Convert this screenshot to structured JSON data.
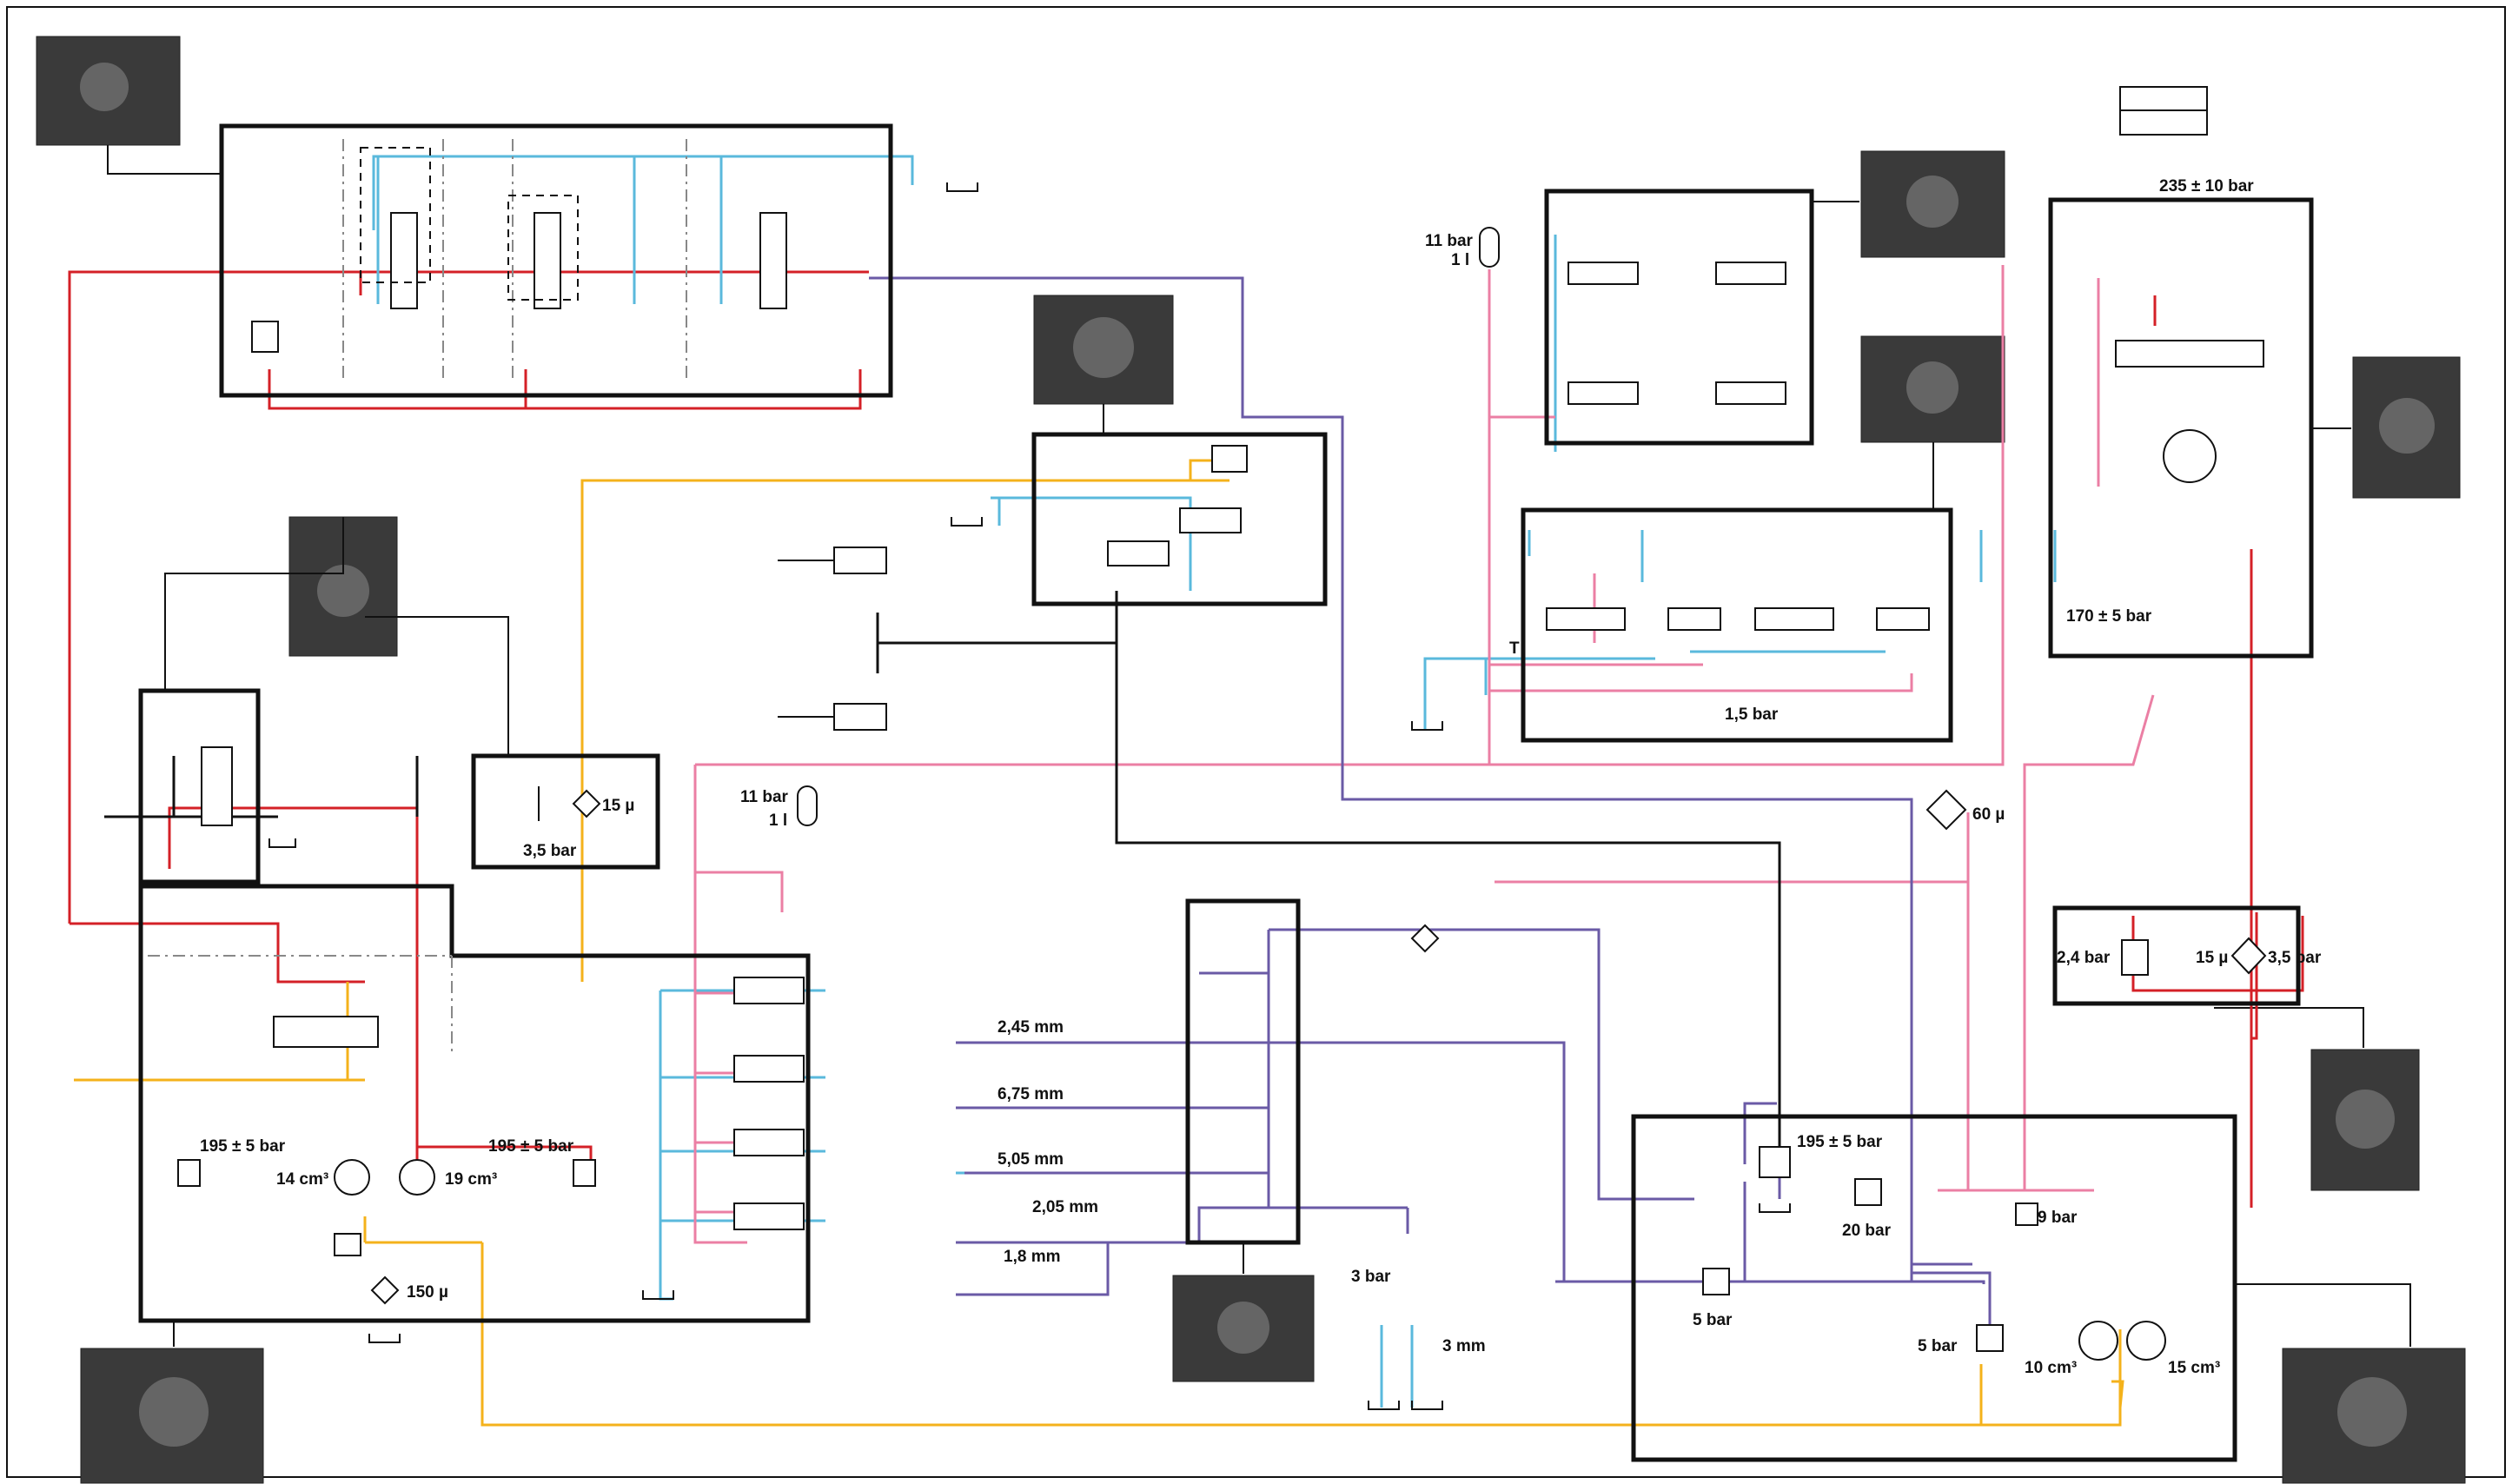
{
  "colors": {
    "pressure": "#d42027",
    "pilot": "#f4b21b",
    "return": "#5ab9dc",
    "auxiliary": "#eb7fa4",
    "lube": "#6a5aa6",
    "frame": "#111111"
  },
  "labels": {
    "accumulator_top": [
      "11 bar",
      "1 l"
    ],
    "accumulator_mid": [
      "11 bar",
      "1 l"
    ],
    "filter_15": "15 µ",
    "relief_35_left": "3,5 bar",
    "filter_60": "60 µ",
    "relief_235": "235 ± 10 bar",
    "relief_170": "170 ± 5 bar",
    "relief_1_5": "1,5 bar",
    "tank_T": "T",
    "switch_2_4": "2,4 bar",
    "filter_15_right": "15 µ",
    "relief_35_right": "3,5 bar",
    "relief_195_left": "195 ± 5 bar",
    "relief_195_mid": "195 ± 5 bar",
    "relief_195_right": "195 ± 5 bar",
    "pump_14": "14 cm³",
    "pump_19": "19 cm³",
    "filter_150": "150 µ",
    "orifice_245": "2,45 mm",
    "orifice_675": "6,75 mm",
    "orifice_505": "5,05 mm",
    "orifice_205": "2,05 mm",
    "orifice_18": "1,8 mm",
    "valve_3bar": "3 bar",
    "orifice_3mm": "3 mm",
    "valve_20bar": "20 bar",
    "switch_9bar": "9 bar",
    "valve_5bar_a": "5 bar",
    "valve_5bar_b": "5 bar",
    "pump_10": "10 cm³",
    "pump_15": "15 cm³"
  },
  "icons": [
    "photo-thumbnail",
    "pump-icon",
    "filter-icon",
    "check-valve-icon",
    "accumulator-icon",
    "solenoid-valve-icon",
    "cylinder-icon",
    "tank-icon",
    "relief-valve-icon",
    "orifice-icon"
  ]
}
